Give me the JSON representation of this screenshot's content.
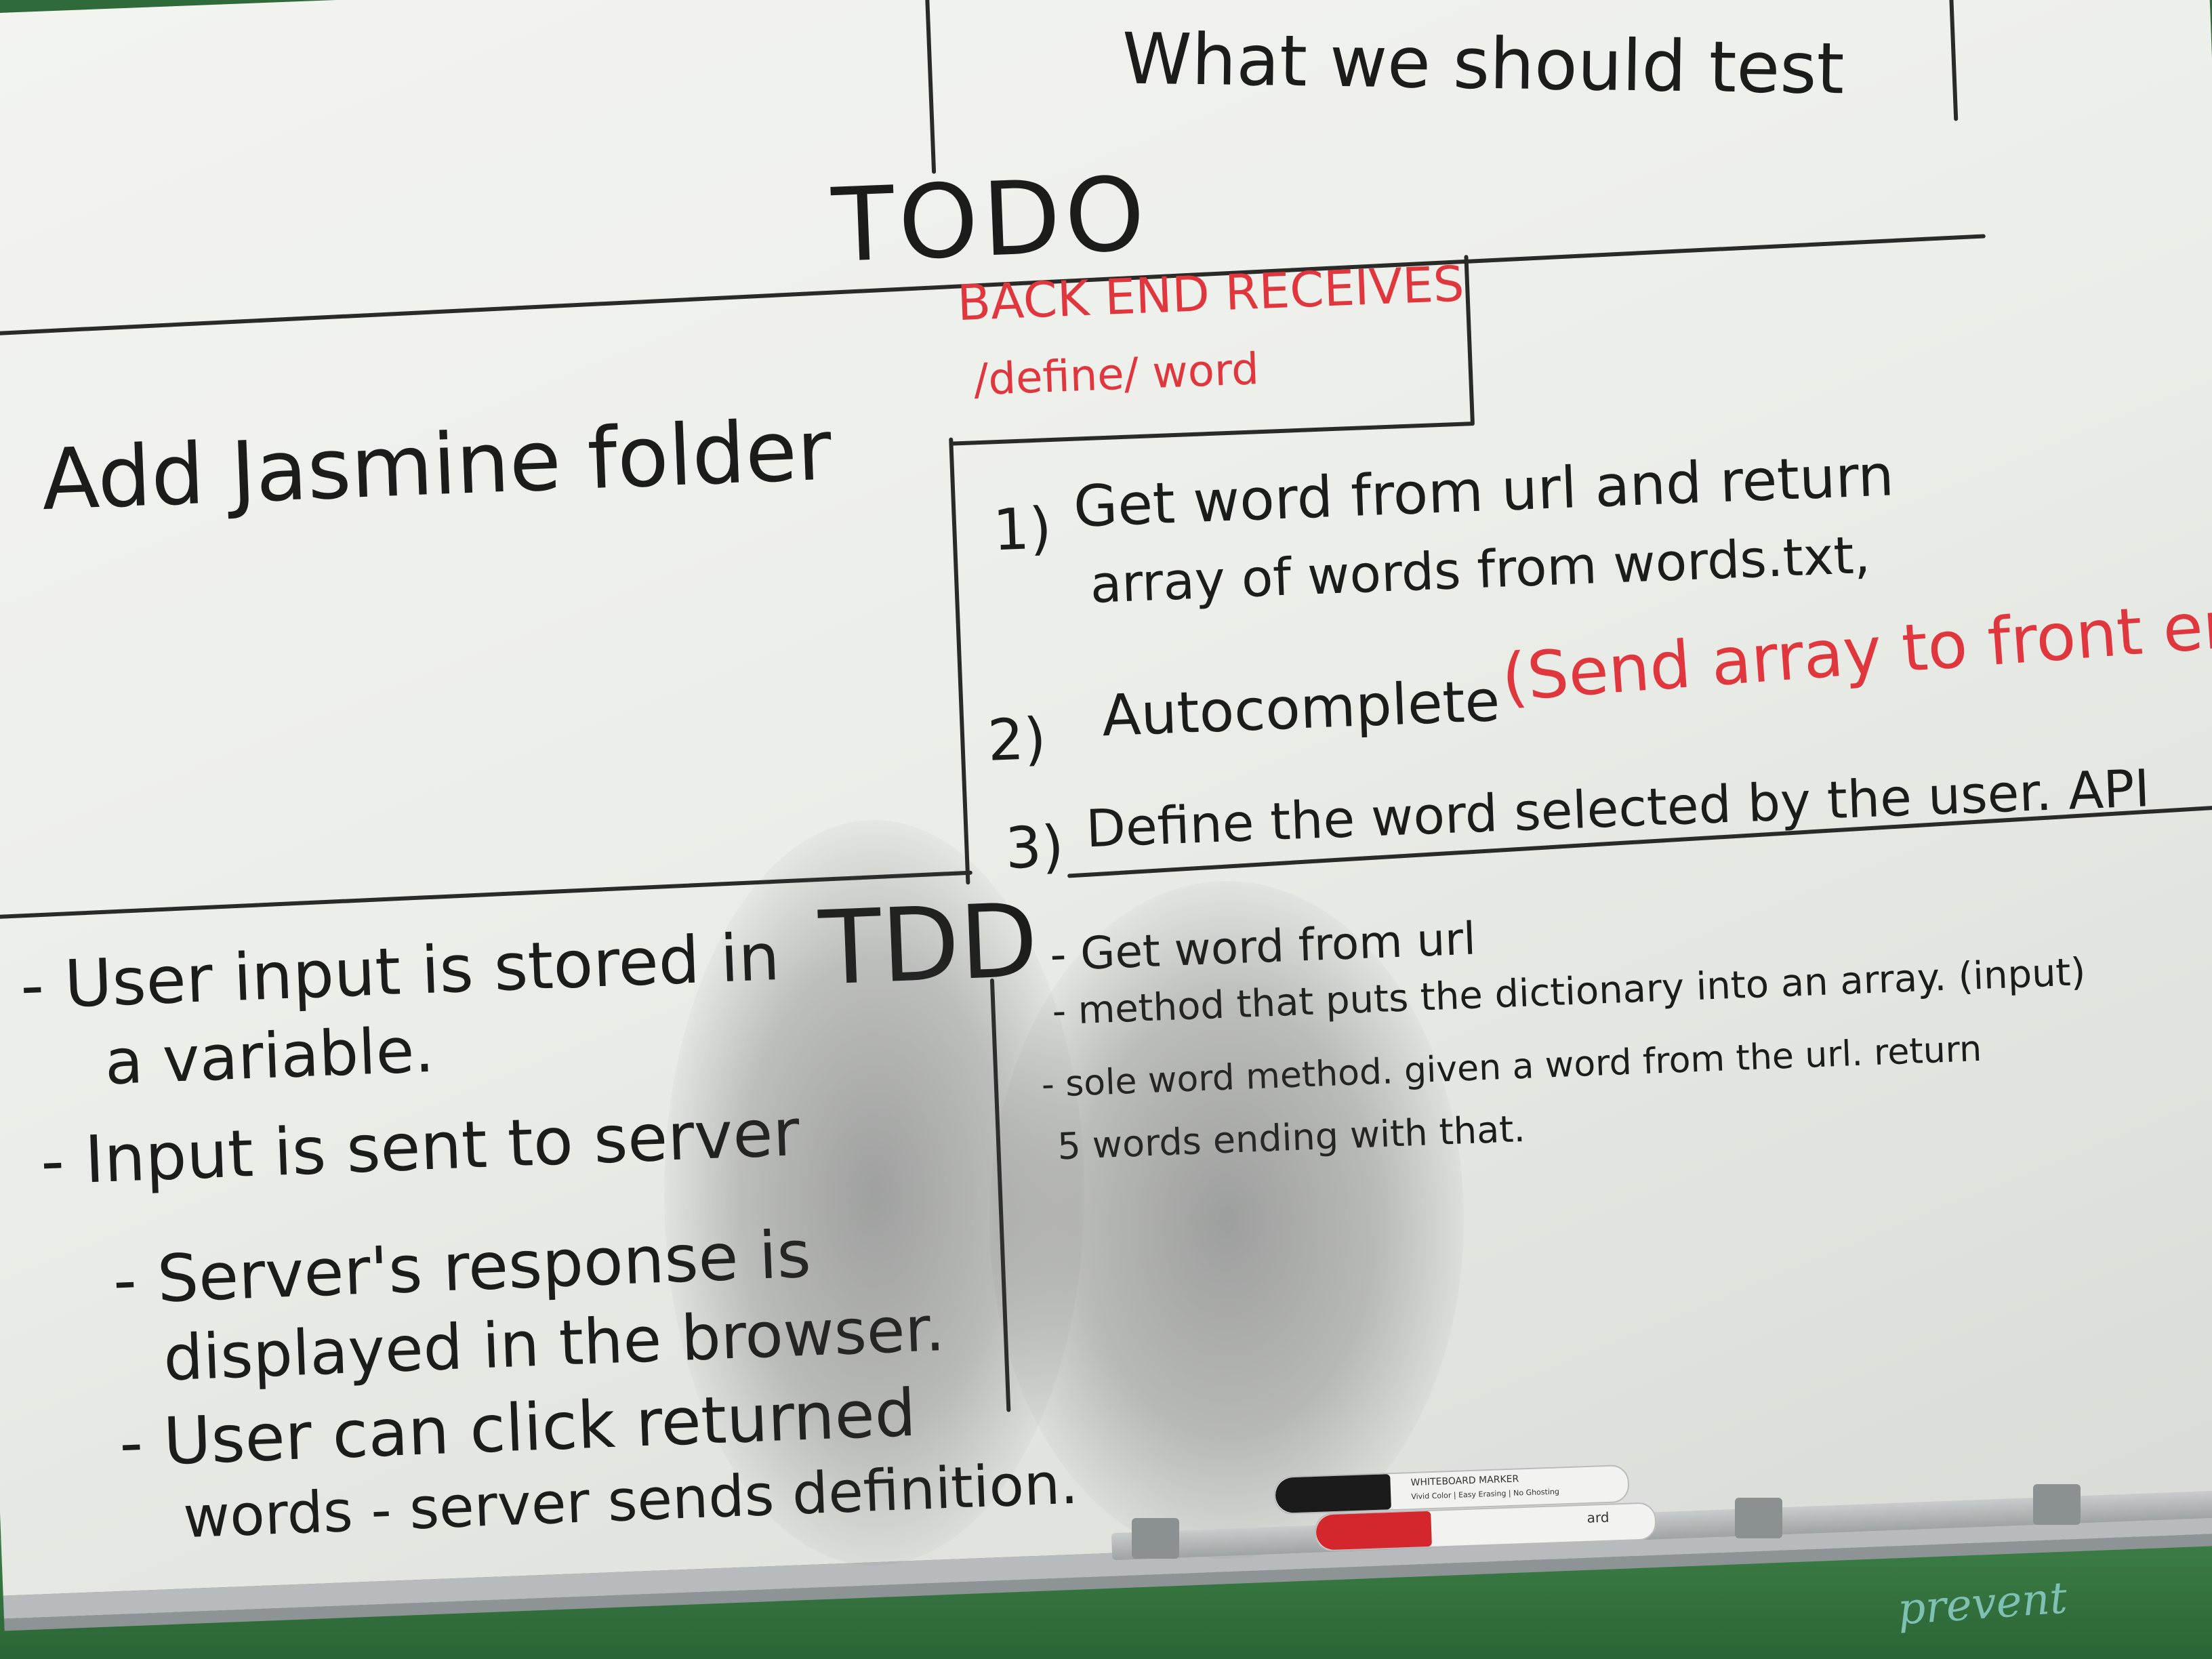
{
  "top_section": {
    "heading": "What we should test"
  },
  "todo": {
    "title": "TODO",
    "left_item": "Add Jasmine folder",
    "backend_box": {
      "line1": "BACK END RECEIVES",
      "line2": "/define/ word"
    },
    "steps": [
      {
        "num": "1)",
        "line1": "Get word from url and return",
        "line2": "array of words from words.txt,"
      },
      {
        "num": "2)",
        "text": "Autocomplete",
        "note": "(Send array to front end)"
      },
      {
        "num": "3)",
        "text": "Define the word selected by the user. API"
      }
    ]
  },
  "tdd": {
    "title": "TDD",
    "left_items": [
      {
        "line1": "- User input is stored in",
        "line2": "a variable."
      },
      {
        "line1": "- Input is sent to server"
      },
      {
        "line1": "- Server's response is",
        "line2": "displayed in the browser."
      },
      {
        "line1": "- User can click returned",
        "line2": "words - server sends definition."
      }
    ],
    "right_items": [
      {
        "line1": "- Get word from url"
      },
      {
        "line1": "- method that puts the dictionary into an array. (input)"
      },
      {
        "line1": "- sole word method. given a word from the url. return",
        "line2": "5 words ending with that."
      }
    ]
  },
  "markers": {
    "black_label": "WHITEBOARD MARKER",
    "black_sublabel": "Vivid Color | Easy Erasing | No Ghosting",
    "red_label": "ard"
  },
  "background_writing": "prevent",
  "colors": {
    "ink_black": "#1c1c1a",
    "ink_red": "#e0363d",
    "board": "#eceee9",
    "frame": "#b7bbbd",
    "wall": "#2f6b3a"
  }
}
